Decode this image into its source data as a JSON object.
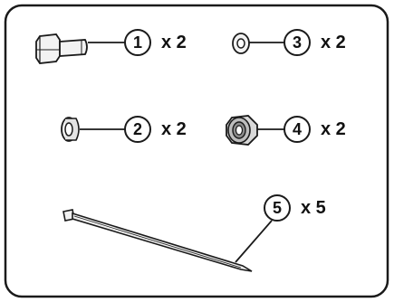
{
  "parts": [
    {
      "name": "bolt",
      "number": "1",
      "quantity": "x 2"
    },
    {
      "name": "flat-washer",
      "number": "3",
      "quantity": "x 2"
    },
    {
      "name": "grommet",
      "number": "2",
      "quantity": "x 2"
    },
    {
      "name": "lock-nut",
      "number": "4",
      "quantity": "x 2"
    },
    {
      "name": "cable-tie",
      "number": "5",
      "quantity": "x 5"
    }
  ],
  "colors": {
    "line": "#1a1a1a",
    "part_fill": "#f2f2f2",
    "shade": "#bdbdbd"
  }
}
